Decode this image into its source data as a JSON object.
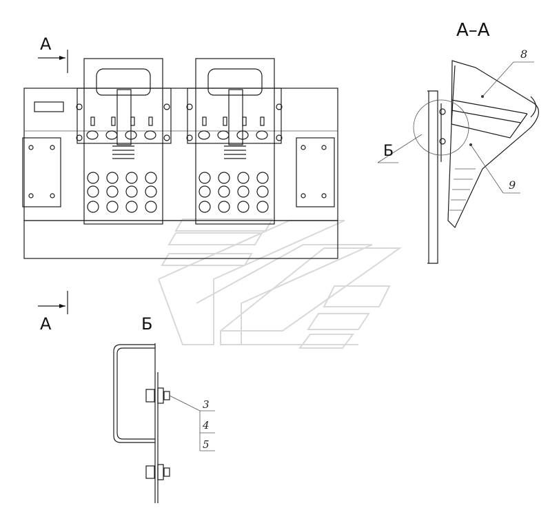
{
  "section_labels": {
    "section_a_top": "A",
    "section_a_bottom": "A",
    "view_aa_title": "A–A",
    "detail_b_callout": "Б",
    "detail_b_title": "Б"
  },
  "callouts": {
    "c8": "8",
    "c9": "9",
    "c3": "3",
    "c4": "4",
    "c5": "5"
  },
  "colors": {
    "line": "#1a1a1a",
    "watermark": "#d8d8d8",
    "background": "#ffffff"
  }
}
